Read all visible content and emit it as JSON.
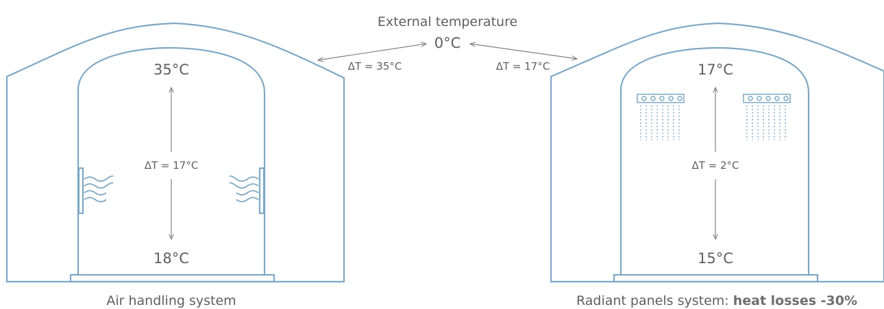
{
  "external": {
    "title": "External temperature",
    "temp": "0°C"
  },
  "left": {
    "top_temp": "35°C",
    "bottom_temp": "18°C",
    "inner_delta": "ΔT = 17°C",
    "outer_delta": "ΔT = 35°C",
    "caption": "Air handling system"
  },
  "right": {
    "top_temp": "17°C",
    "bottom_temp": "15°C",
    "inner_delta": "ΔT = 2°C",
    "outer_delta": "ΔT = 17°C",
    "caption_prefix": "Radiant panels system: ",
    "caption_bold": "heat losses -30%"
  },
  "colors": {
    "line": "#7da7c4",
    "arrow": "#808080",
    "text": "#5f5f5f"
  }
}
